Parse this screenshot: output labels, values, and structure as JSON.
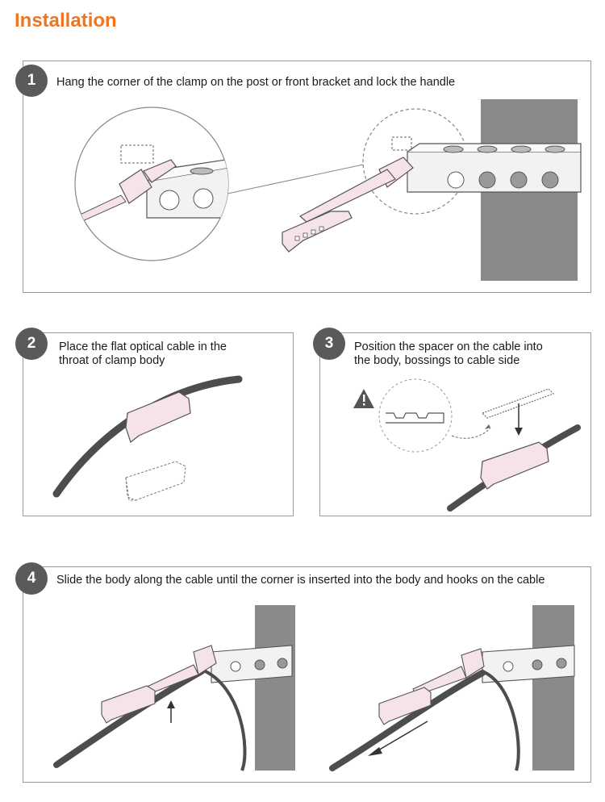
{
  "title": "Installation",
  "colors": {
    "title": "#ee7623",
    "badge": "#5a5a5a",
    "clamp": "#f6e2ea",
    "cable": "#4d4d4d",
    "post": "#8a8a8a",
    "warning": "#555555"
  },
  "steps": [
    {
      "number": "1",
      "lines": [
        "Hang the corner of the clamp on the post or front bracket and lock the handle"
      ]
    },
    {
      "number": "2",
      "lines": [
        "Place the flat optical cable in the",
        "throat of clamp body"
      ]
    },
    {
      "number": "3",
      "lines": [
        "Position the spacer on the cable into",
        "the body, bossings to cable side"
      ]
    },
    {
      "number": "4",
      "lines": [
        "Slide the body along the cable until the corner is inserted into the body and hooks on the cable"
      ]
    }
  ],
  "icons": {
    "warning": "warning-icon",
    "arrow_up": "arrow-up-icon",
    "arrow_down": "arrow-down-icon",
    "arrow_slide": "arrow-down-left-icon"
  }
}
